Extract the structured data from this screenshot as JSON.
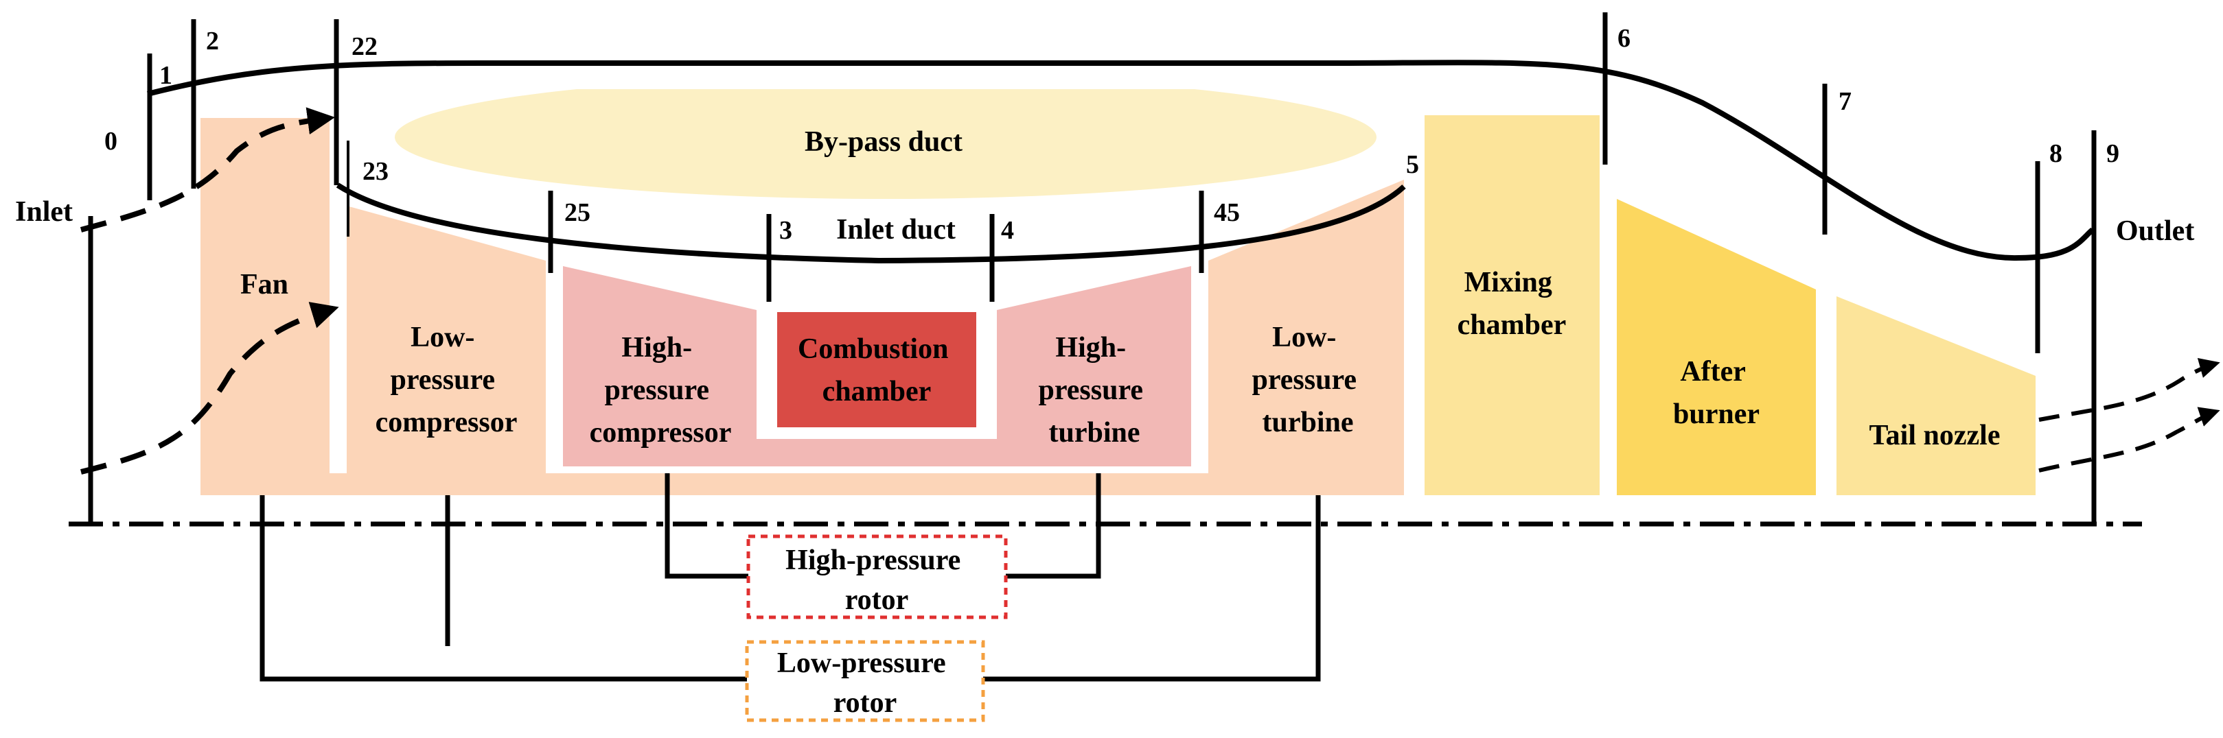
{
  "colors": {
    "fan": "#FCD5B8",
    "bypass": "#FCF0C4",
    "hp": "#F2B8B5",
    "combustion": "#D94B45",
    "mixing": "#FCE49A",
    "afterburner": "#FCD75F",
    "nozzle": "#FCE49A",
    "red_text": "#E02020",
    "hp_rotor_border": "#E03030",
    "lp_rotor_border": "#F4A040"
  },
  "labels": {
    "inlet": "Inlet",
    "outlet": "Outlet",
    "bypass_duct": "By-pass duct",
    "inlet_duct": "Inlet duct",
    "fan": "Fan",
    "lp_compressor": [
      "Low-",
      "pressure",
      "compressor"
    ],
    "hp_compressor": [
      "High-",
      "pressure",
      "compressor"
    ],
    "combustion": [
      "Combustion",
      "chamber"
    ],
    "hp_turbine": [
      "High-",
      "pressure",
      "turbine"
    ],
    "lp_turbine": [
      "Low-",
      "pressure",
      "turbine"
    ],
    "mixing": [
      "Mixing",
      "chamber"
    ],
    "afterburner": [
      "After",
      "burner"
    ],
    "tail_nozzle": "Tail nozzle",
    "hp_rotor": [
      "High-pressure",
      "rotor"
    ],
    "lp_rotor": [
      "Low-pressure",
      "rotor"
    ]
  },
  "stations": {
    "s0": "0",
    "s1": "1",
    "s2": "2",
    "s22": "22",
    "s23": "23",
    "s25": "25",
    "s3": "3",
    "s4": "4",
    "s45": "45",
    "s5": "5",
    "s6": "6",
    "s7": "7",
    "s8": "8",
    "s9": "9"
  }
}
